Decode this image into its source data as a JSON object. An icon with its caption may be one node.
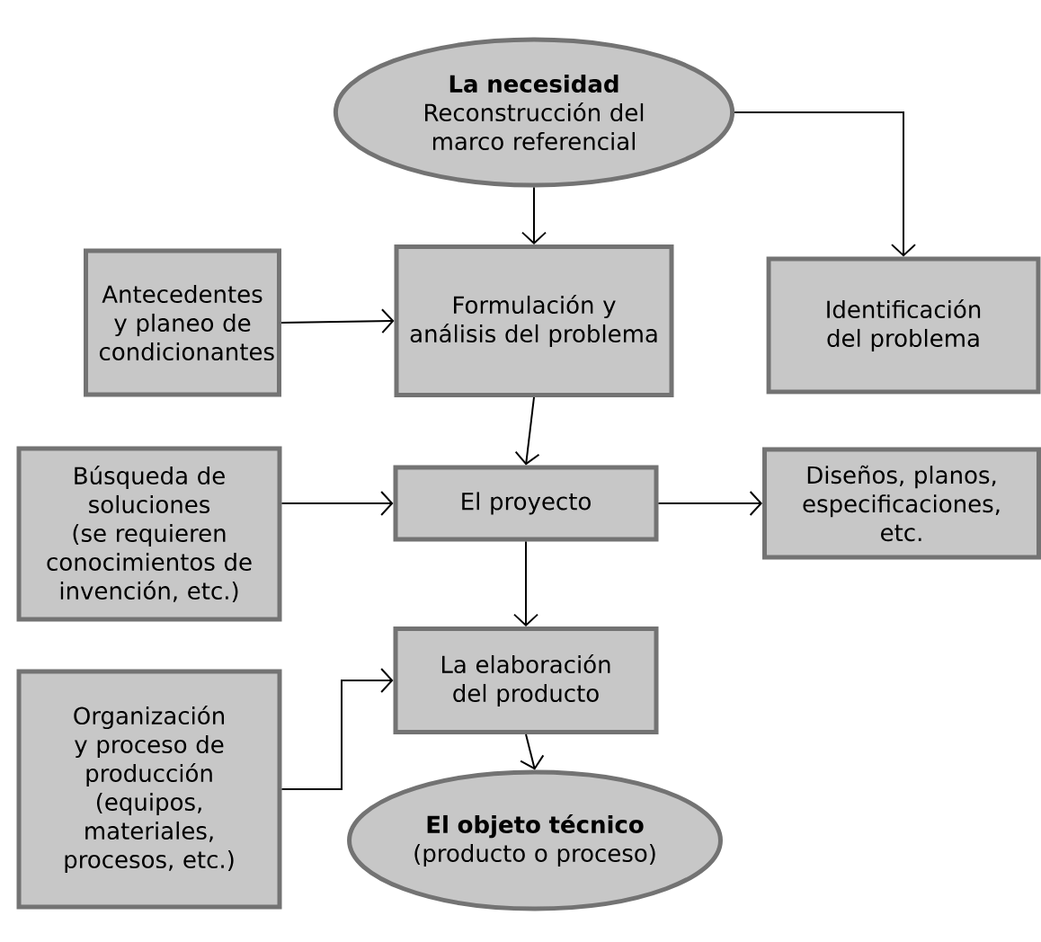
{
  "diagram": {
    "nodes": [
      {
        "text": [
          "La necesidad",
          "Reconstrucción del marco referencial"
        ]
      },
      {
        "text": [
          "Formulación y análisis del problema"
        ]
      },
      {
        "text": [
          "Antecedentes y planeo de condicionantes"
        ]
      },
      {
        "text": [
          "Identificación del problema"
        ]
      },
      {
        "text": [
          "Búsqueda de soluciones (se requieren conocimientos de invención, etc.)"
        ]
      },
      {
        "text": [
          "El proyecto"
        ]
      },
      {
        "text": [
          "Diseños, planos, especificaciones, etc."
        ]
      },
      {
        "text": [
          "La elaboración del producto"
        ]
      },
      {
        "text": [
          "Organización y proceso de producción (equipos, materiales, procesos, etc.)"
        ]
      },
      {
        "text": [
          "El objeto técnico",
          "(producto o proceso)"
        ]
      }
    ],
    "edges": [
      {
        "from": 0,
        "to": 1,
        "arrow": "to"
      },
      {
        "from": 0,
        "to": 3,
        "arrow": "to"
      },
      {
        "from": 2,
        "to": 1,
        "arrow": "to"
      },
      {
        "from": 1,
        "to": 5,
        "arrow": "to"
      },
      {
        "from": 4,
        "to": 5,
        "arrow": "to"
      },
      {
        "from": 5,
        "to": 6,
        "arrow": "to"
      },
      {
        "from": 5,
        "to": 7,
        "arrow": "to"
      },
      {
        "from": 8,
        "to": 7,
        "arrow": "to"
      },
      {
        "from": 7,
        "to": 9,
        "arrow": "to"
      }
    ]
  }
}
